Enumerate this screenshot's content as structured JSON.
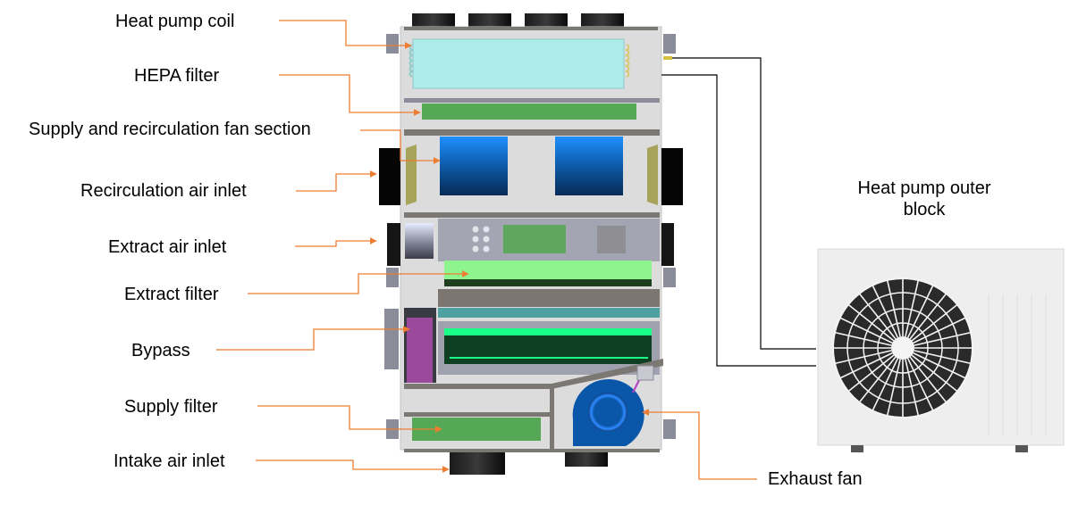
{
  "labels": {
    "heat_pump_coil": "Heat pump coil",
    "hepa_filter": "HEPA filter",
    "supply_recirc_fan_section": "Supply and recirculation fan section",
    "recirculation_air_inlet": "Recirculation air inlet",
    "extract_air_inlet": "Extract air inlet",
    "extract_filter": "Extract filter",
    "bypass": "Bypass",
    "supply_filter": "Supply filter",
    "intake_air_inlet": "Intake air inlet",
    "heat_pump_outer_block_line1": "Heat pump outer",
    "heat_pump_outer_block_line2": "block",
    "exhaust_fan": "Exhaust fan"
  },
  "colors": {
    "leader_line": "#ED7D31",
    "pipe_line": "#000000",
    "coil": "#AEECEC",
    "hepa": "#55A855",
    "fan_blue": "#1E90FF",
    "extract_filter": "#8EF58E",
    "bypass": "#9B4A9B",
    "supply_filter": "#55A855",
    "exhaust_fan": "#0A56A8"
  }
}
